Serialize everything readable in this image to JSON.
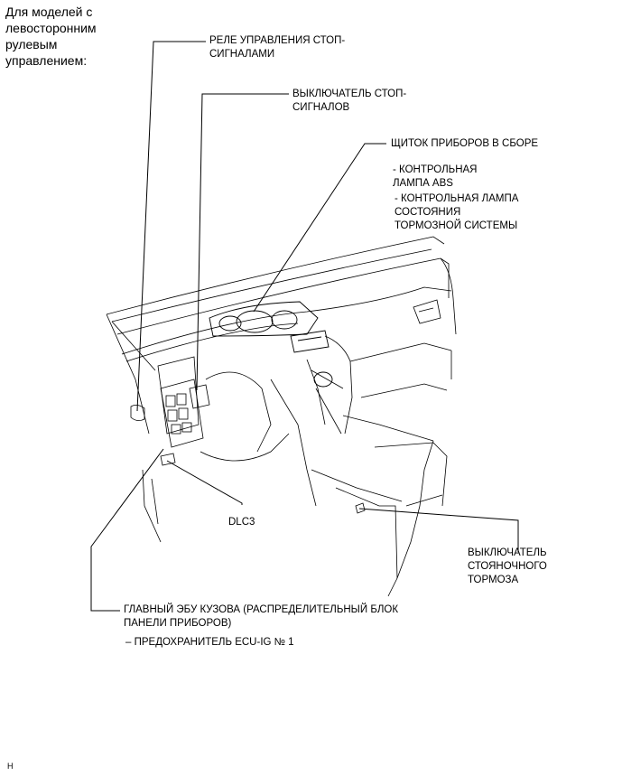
{
  "header": {
    "lines": [
      "Для моделей с",
      "левосторонним",
      "рулевым",
      "управлением:"
    ]
  },
  "labels": {
    "stop_relay": [
      "РЕЛЕ УПРАВЛЕНИЯ СТОП-",
      "СИГНАЛАМИ"
    ],
    "stop_switch": [
      "ВЫКЛЮЧАТЕЛЬ СТОП-",
      "СИГНАЛОВ"
    ],
    "combination_meter": "ЩИТОК ПРИБОРОВ В СБОРЕ",
    "abs_lamp": [
      "- КОНТРОЛЬНАЯ",
      "ЛАМПА ABS"
    ],
    "brake_lamp": [
      "- КОНТРОЛЬНАЯ ЛАМПА",
      "СОСТОЯНИЯ",
      "ТОРМОЗНОЙ СИСТЕМЫ"
    ],
    "dlc3": "DLC3",
    "parking_brake_switch": [
      "ВЫКЛЮЧАТЕЛЬ",
      "СТОЯНОЧНОГО",
      "ТОРМОЗА"
    ],
    "main_body_ecu": [
      "ГЛАВНЫЙ ЭБУ КУЗОВА (РАСПРЕДЕЛИТЕЛЬНЫЙ БЛОК",
      "ПАНЕЛИ ПРИБОРОВ)"
    ],
    "fuse": "– ПРЕДОХРАНИТЕЛЬ ECU-IG № 1"
  },
  "footer": {
    "mark": "H"
  }
}
